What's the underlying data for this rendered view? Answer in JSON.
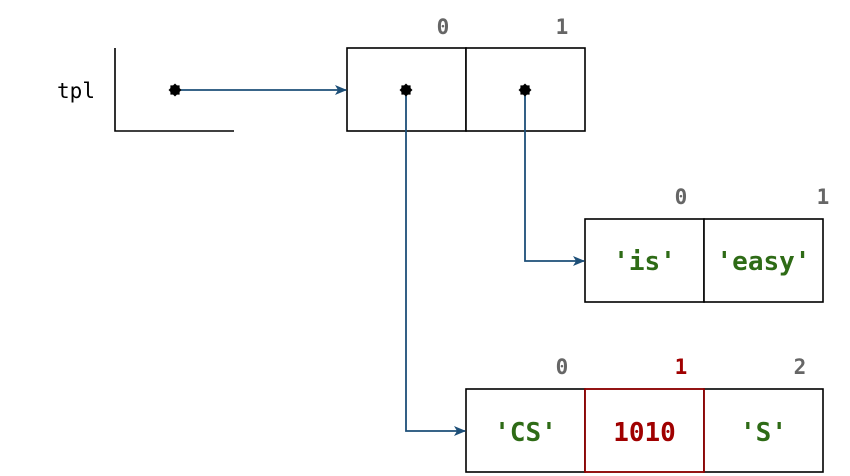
{
  "colors": {
    "pointer": "#1d4f78",
    "string_value": "#2e6b16",
    "number_value": "#a00000",
    "highlight": "#a00000",
    "index": "#666666"
  },
  "variable": {
    "name": "tpl"
  },
  "outer_tuple": {
    "indices": [
      "0",
      "1"
    ]
  },
  "tuple_is_easy": {
    "indices": [
      "0",
      "1"
    ],
    "values": [
      "'is'",
      "'easy'"
    ]
  },
  "tuple_cs": {
    "indices": [
      "0",
      "1",
      "2"
    ],
    "values": [
      "'CS'",
      "1010",
      "'S'"
    ],
    "highlighted_index": 1
  }
}
